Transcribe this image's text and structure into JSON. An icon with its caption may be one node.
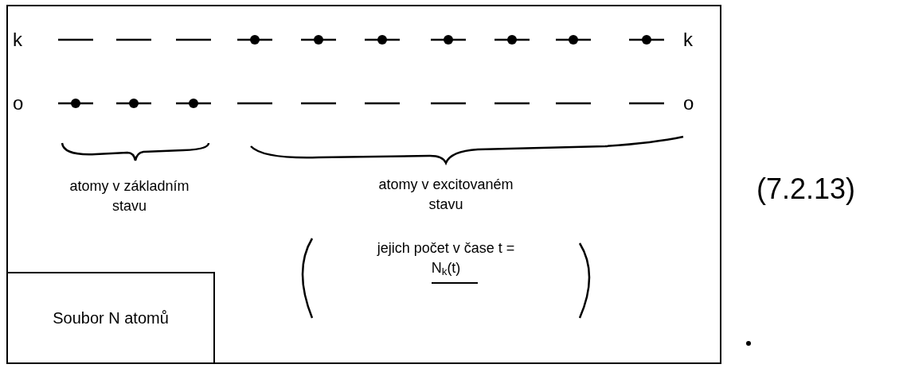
{
  "diagram": {
    "nodes": [
      {
        "text": [],
        "shape": "box"
      },
      {
        "text": [
          "Soubor N atomů"
        ],
        "in": 0
      }
    ],
    "edges": [],
    "labels": [
      "k",
      "k",
      "o",
      "o",
      "atomy v základním stavu",
      "atomy v excitovaném stavu",
      "jejich počet v čase t = N$_{k}$(t)",
      "(7.2.13)"
    ]
  }
}
